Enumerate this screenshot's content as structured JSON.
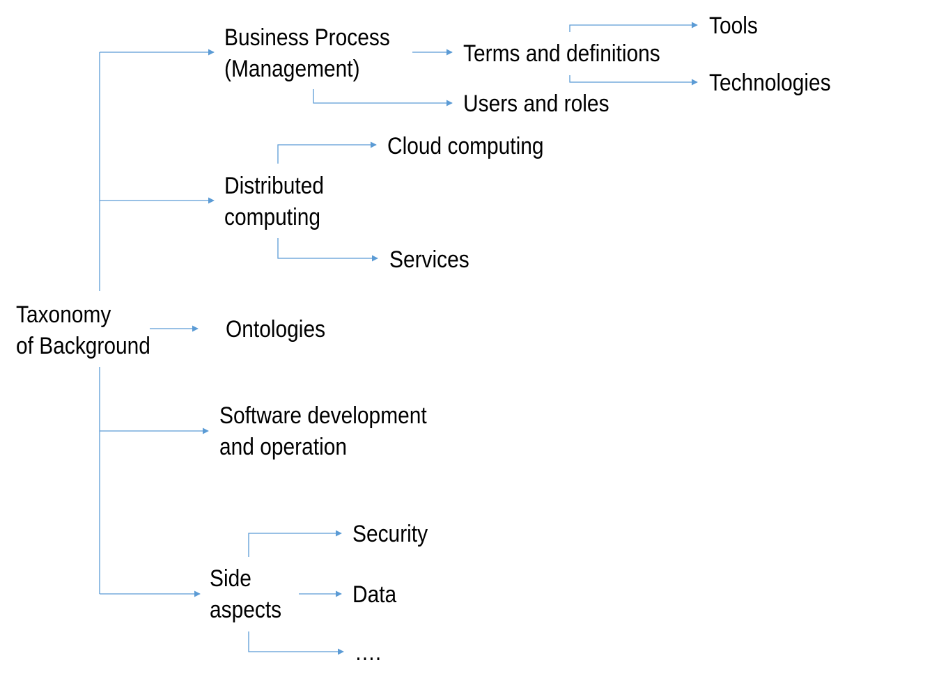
{
  "theme": {
    "connector_color": "#5b9bd5",
    "text_color": "#000000",
    "background": "#ffffff"
  },
  "diagram": {
    "root": {
      "line1": "Taxonomy",
      "line2": "of Background"
    },
    "business_process": {
      "line1": "Business Process",
      "line2": "(Management)"
    },
    "terms_definitions": "Terms and definitions",
    "users_roles": "Users and roles",
    "tools": "Tools",
    "technologies": "Technologies",
    "distributed_computing": {
      "line1": "Distributed",
      "line2": "computing"
    },
    "cloud_computing": "Cloud computing",
    "services": "Services",
    "ontologies": "Ontologies",
    "software_dev_ops": {
      "line1": "Software development",
      "line2": "and operation"
    },
    "side_aspects": {
      "line1": "Side",
      "line2": "aspects"
    },
    "security": "Security",
    "data": "Data",
    "ellipsis": "…."
  }
}
